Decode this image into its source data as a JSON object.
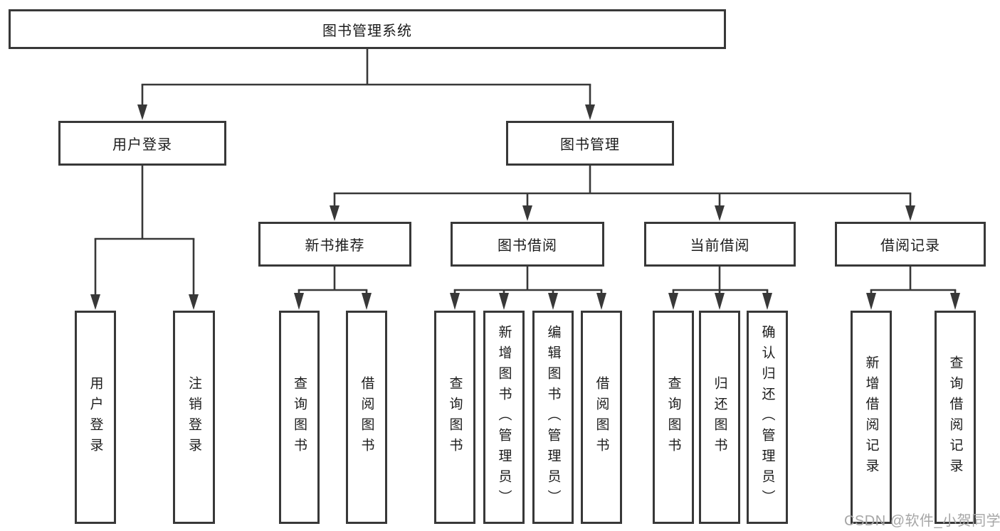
{
  "diagram": {
    "root": {
      "label": "图书管理系统"
    },
    "branches": [
      {
        "label": "用户登录",
        "children": [
          {
            "label": "用户登录"
          },
          {
            "label": "注销登录"
          }
        ]
      },
      {
        "label": "图书管理",
        "children": [
          {
            "label": "新书推荐",
            "children": [
              {
                "label": "查询图书"
              },
              {
                "label": "借阅图书"
              }
            ]
          },
          {
            "label": "图书借阅",
            "children": [
              {
                "label": "查询图书"
              },
              {
                "label": "新增图书（管理员）"
              },
              {
                "label": "编辑图书（管理员）"
              },
              {
                "label": "借阅图书"
              }
            ]
          },
          {
            "label": "当前借阅",
            "children": [
              {
                "label": "查询图书"
              },
              {
                "label": "归还图书"
              },
              {
                "label": "确认归还（管理员）"
              }
            ]
          },
          {
            "label": "借阅记录",
            "children": [
              {
                "label": "新增借阅记录"
              },
              {
                "label": "查询借阅记录"
              }
            ]
          }
        ]
      }
    ]
  },
  "watermark": {
    "text": "CSDN @软件_小贺同学"
  },
  "colors": {
    "line": "#383838",
    "box_fill": "#ffffff",
    "text": "#1c1c1c",
    "watermark": "#a6a6a6",
    "background": "#ffffff"
  }
}
